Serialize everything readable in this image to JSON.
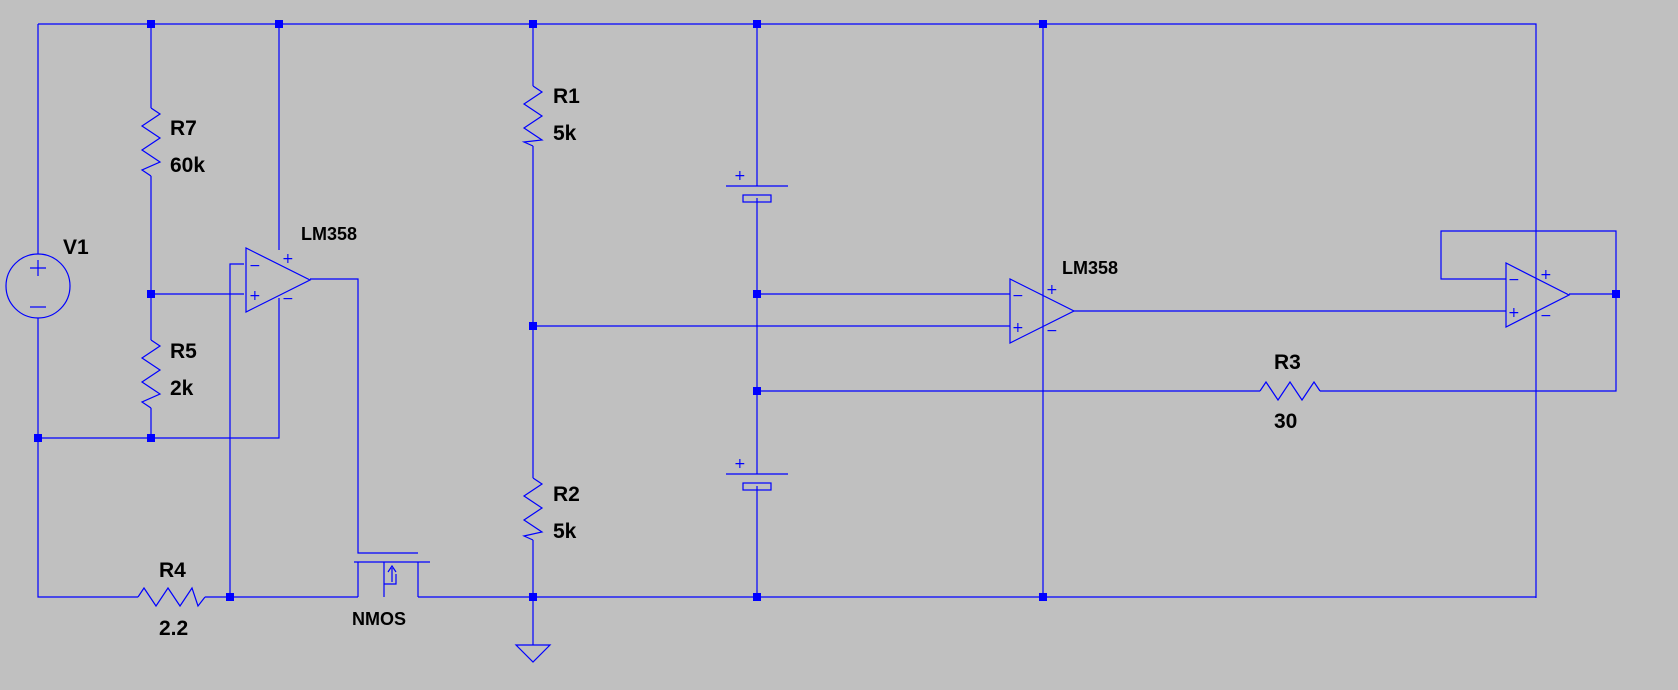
{
  "components": {
    "v1": {
      "name": "V1"
    },
    "r7": {
      "name": "R7",
      "value": "60k"
    },
    "r5": {
      "name": "R5",
      "value": "2k"
    },
    "r1": {
      "name": "R1",
      "value": "5k"
    },
    "r2": {
      "name": "R2",
      "value": "5k"
    },
    "r3": {
      "name": "R3",
      "value": "30"
    },
    "r4": {
      "name": "R4",
      "value": "2.2"
    },
    "u1": {
      "name": "LM358"
    },
    "u2": {
      "name": "LM358"
    },
    "m1": {
      "name": "NMOS"
    }
  },
  "pins": {
    "plus": "+",
    "minus": "−"
  },
  "colors": {
    "background": "#c0c0c0",
    "wire": "#0000ff",
    "label": "#000000"
  }
}
